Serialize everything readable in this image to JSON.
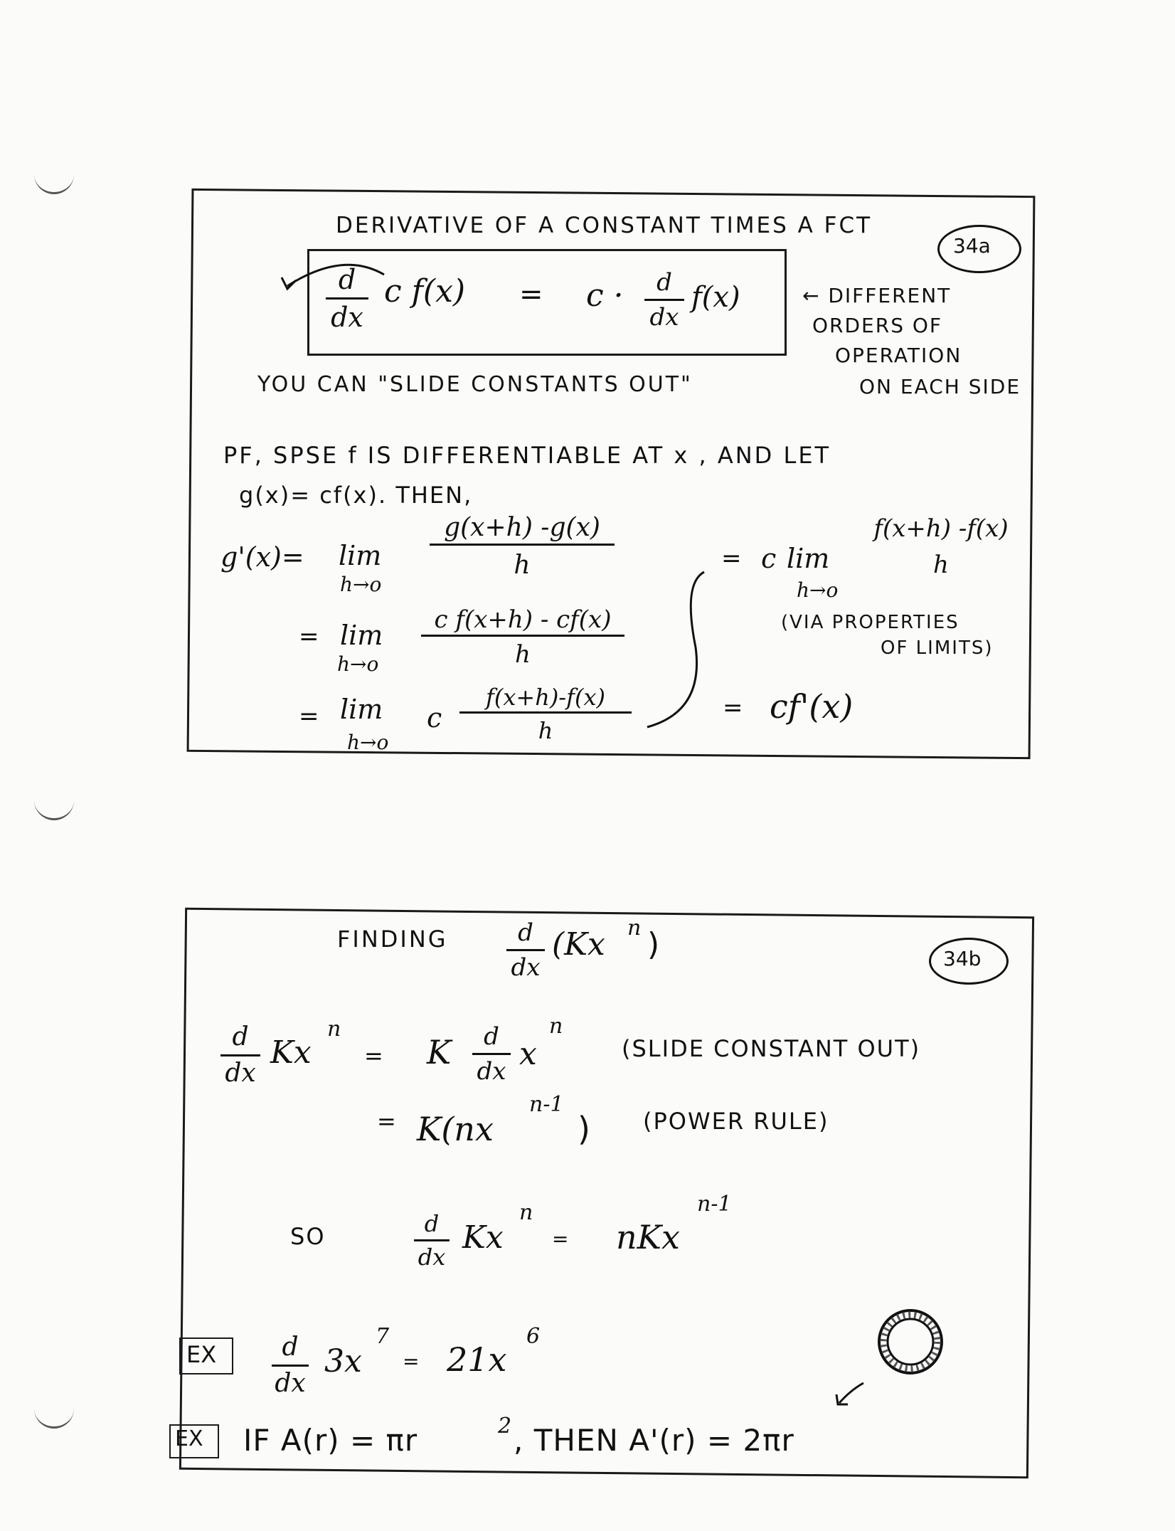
{
  "a": {
    "title": "DERIVATIVE OF A CONSTANT TIMES A FCT",
    "page_tag": "34a",
    "rule": {
      "d": "d",
      "dx": "dx",
      "lhs": "c f(x)",
      "eq": "=",
      "rhs_c": "c ·",
      "rhs": "f(x)"
    },
    "note": {
      "l1": "← DIFFERENT",
      "l2": "ORDERS OF",
      "l3": "OPERATION",
      "l4": "ON EACH SIDE"
    },
    "slide": "YOU CAN  \"SLIDE CONSTANTS OUT\"",
    "pf1": "PF,  SPSE f IS DIFFERENTIABLE AT x , AND LET",
    "pf2": "g(x)= cf(x).  THEN,",
    "gp": "g'(x)=",
    "lim": "lim",
    "h0": "h→o",
    "eq": "=",
    "f1": {
      "num": "g(x+h) -g(x)",
      "den": "h"
    },
    "f2": {
      "num": "c f(x+h) - cf(x)",
      "den": "h"
    },
    "f3": {
      "pre": "c",
      "num": "f(x+h)-f(x)",
      "den": "h"
    },
    "f4": {
      "pre": "c",
      "num": "f(x+h) -f(x)",
      "den": "h"
    },
    "via1": "(VIA PROPERTIES",
    "via2": "OF LIMITS)",
    "result": "cf'(x)"
  },
  "b": {
    "title_pre": "FINDING",
    "title_expr": "(Kx",
    "title_sup": "n",
    "title_close": ")",
    "page_tag": "34b",
    "d": "d",
    "dx": "dx",
    "l1_lhs": "Kx",
    "n": "n",
    "eq": "=",
    "l1_k": "K",
    "l1_x": "x",
    "l1_note": "(SLIDE CONSTANT OUT)",
    "l2": "K(nx",
    "l2_sup": "n-1",
    "l2_close": ")",
    "l2_note": "(POWER RULE)",
    "so": "SO",
    "so_lhs": "Kx",
    "so_rhs": "nKx",
    "so_sup": "n-1",
    "ex_label": "EX",
    "ex1_lhs": "3x",
    "ex1_sup": "7",
    "ex1_rhs": "21x",
    "ex1_sup2": "6",
    "ex2": "IF A(r) = πr",
    "ex2_sup": "2",
    "ex2_then": ", THEN A'(r) = 2πr"
  }
}
